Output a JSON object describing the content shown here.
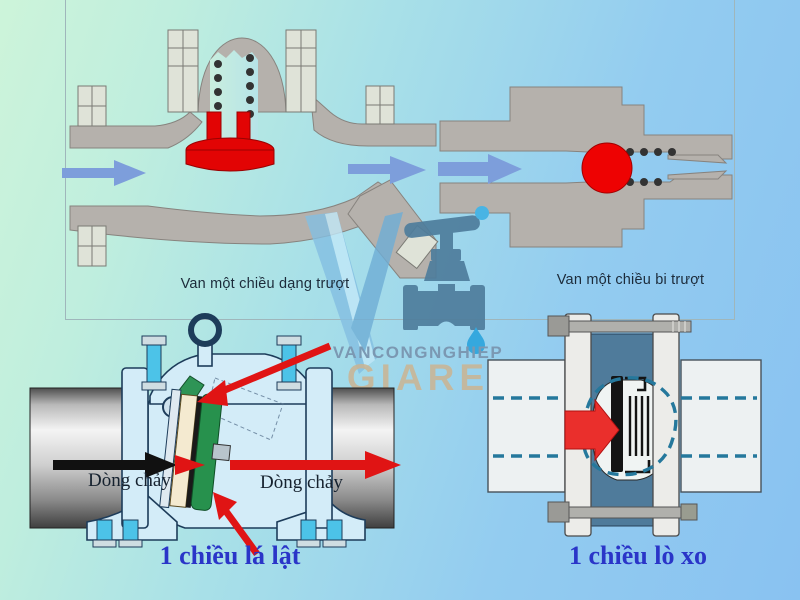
{
  "top_panel": {
    "left_valve": {
      "caption": "Van một chiều dạng trượt"
    },
    "right_valve": {
      "caption": "Van một chiều bi trượt"
    }
  },
  "watermark": {
    "brand_top": "VANCONGNGHIEP",
    "brand_bottom": "GIARE"
  },
  "bottom_left_valve": {
    "flow_label_left": "Dòng chảy",
    "flow_label_right": "Dòng chảy",
    "caption": "1 chiều lá lật"
  },
  "bottom_right_valve": {
    "caption": "1 chiều lò xo"
  },
  "colors": {
    "accent_red": "#e20404",
    "valve_steel_gray": "#b5b1ac",
    "flow_arrow_blue": "#7d9edb",
    "caption_blue": "#2a35c8",
    "label_dark": "#1c2b3a",
    "watermark_text": "#7b98b2",
    "watermark_giare": "#cbb492",
    "drawing_body_blue": "#d3ecf8",
    "disc_green": "#27914d",
    "dashed_flow_teal": "#25789c"
  }
}
